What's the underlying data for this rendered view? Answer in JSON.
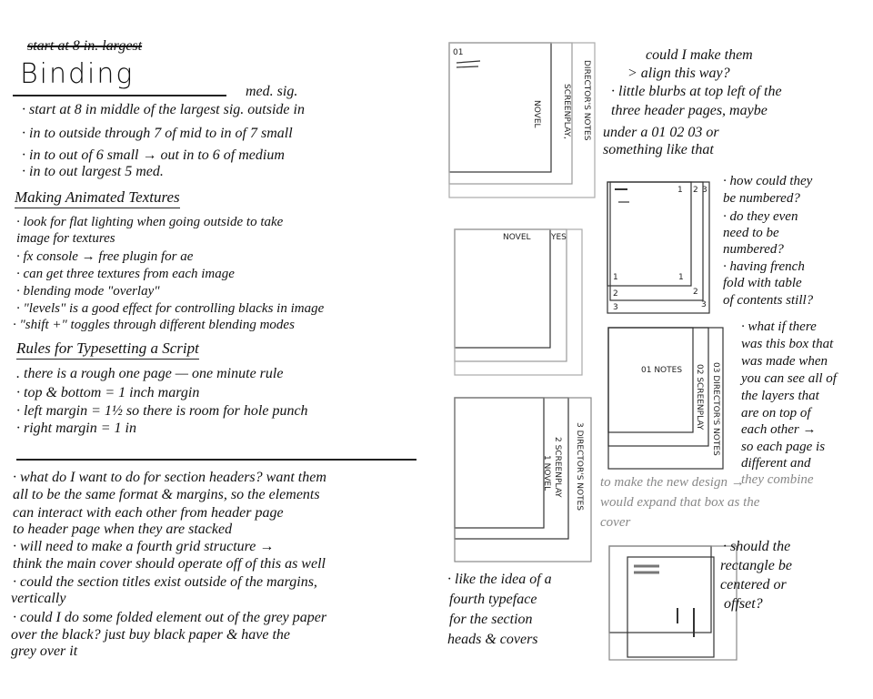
{
  "left_page": {
    "struck_heading": "start at 8 in. largest",
    "binding": {
      "title": "Binding",
      "margin_note": "med. sig.",
      "items": [
        "· start at 8 in middle of the largest sig. outside in",
        "· in to outside through 7 of mid to in of 7 small",
        "· in to out of 6 small → out in to 6 of medium",
        "· in to out largest 5 med."
      ]
    },
    "textures": {
      "title": "Making Animated Textures",
      "items": [
        "· look for flat lighting when going outside to take",
        "image for textures",
        "· fx console → free plugin for ae",
        "· can get three textures from each image",
        "· blending mode \"overlay\"",
        "· \"levels\" is a good effect for controlling blacks in image",
        "· \"shift +\" toggles through different blending modes"
      ]
    },
    "script": {
      "title": "Rules for Typesetting a Script",
      "items": [
        ". there is a rough one page — one minute rule",
        "· top & bottom = 1 inch margin",
        "· left margin = 1½ so there is room for hole punch",
        "· right margin = 1 in"
      ]
    },
    "notes": [
      "· what do I want to do for section headers? want them",
      "all to be the same format & margins, so the elements",
      "can interact with each other from header page",
      "to header page when they are stacked",
      "· will need to make a fourth grid structure →",
      "think the main cover should operate off of this as well",
      "· could the section titles exist outside of the margins,",
      "vertically",
      "· could I do some folded element out of the grey paper",
      "over the black? just buy black paper & have the",
      "grey over it"
    ]
  },
  "right_page": {
    "sketch1": {
      "num": "01",
      "labels": [
        "NOVEL",
        "SCREENPLAY,",
        "DIRECTOR'S NOTES"
      ]
    },
    "align_note": [
      "could I make them",
      "> align this way?"
    ],
    "blurb_note": [
      "· little blurbs at top left of the",
      "three header pages, maybe",
      "under a 01 02 03 or",
      "something like that"
    ],
    "sketch2": {
      "labels": [
        "NOVEL",
        "YES"
      ]
    },
    "sketch3": {
      "top_nums": [
        "1",
        "2",
        "3"
      ],
      "bottom_nums": [
        "1",
        "1",
        "2",
        "2",
        "3",
        "3"
      ]
    },
    "numbered_note": [
      "· how could they",
      "be numbered?",
      "· do they even",
      "need to be",
      "numbered?",
      "· having french",
      "fold with table",
      "of contents still?"
    ],
    "sketch4": {
      "labels": [
        "01 NOTES",
        "02 SCREENPLAY",
        "03 DIRECTOR'S NOTES"
      ]
    },
    "box_note": [
      "· what if there",
      "was this box that",
      "was made when",
      "you can see all of",
      "the layers that",
      "are on top of",
      "each other →",
      "so each page is",
      "different and",
      "they combine"
    ],
    "sketch5": {
      "labels": [
        "1 NOVEL",
        "2 SCREENPLAY",
        "3 DIRECTOR'S NOTES"
      ]
    },
    "faint_note": [
      "to make the new design →",
      "would expand that box as the",
      "cover"
    ],
    "typeface_note": [
      "· like the idea of a",
      "fourth typeface",
      "for the section",
      "heads & covers"
    ],
    "rectangle_note": [
      "· should the",
      "rectangle be",
      "centered or",
      "offset?"
    ]
  }
}
